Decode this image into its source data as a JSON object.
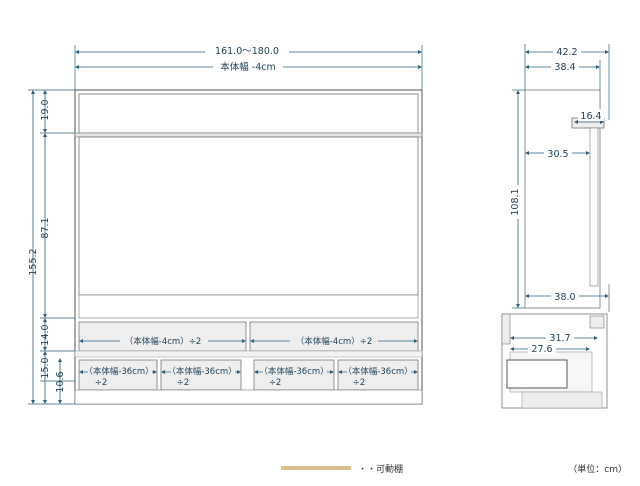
{
  "front_view": {
    "overall_width": "161.0〜180.0",
    "body_width": "本体幅 -4cm",
    "height_top": "19.0",
    "height_mid": "87.1",
    "height_total": "155.2",
    "height_lower": "14.0",
    "height_drawer": "15.0",
    "height_drawer_inner": "10.6",
    "upper_drawer_label": "（本体幅-4cm）÷2",
    "lower_drawer_label_line1": "（本体幅-36cm）",
    "lower_drawer_label_line2": "÷2"
  },
  "side_view": {
    "depth_total": "42.2",
    "depth_inner": "38.4",
    "shelf_depth": "16.4",
    "panel_depth": "30.5",
    "height": "108.1",
    "base_depth": "38.0",
    "drawer_depth_outer": "31.7",
    "drawer_depth_inner": "27.6"
  },
  "legend": {
    "label": "・・可動棚",
    "color": "#d9bf8c"
  },
  "unit_note": "（単位：cm）",
  "colors": {
    "dim_line": "#2c5f7c",
    "outline": "#555555",
    "panel_fill": "#eeeeee"
  }
}
